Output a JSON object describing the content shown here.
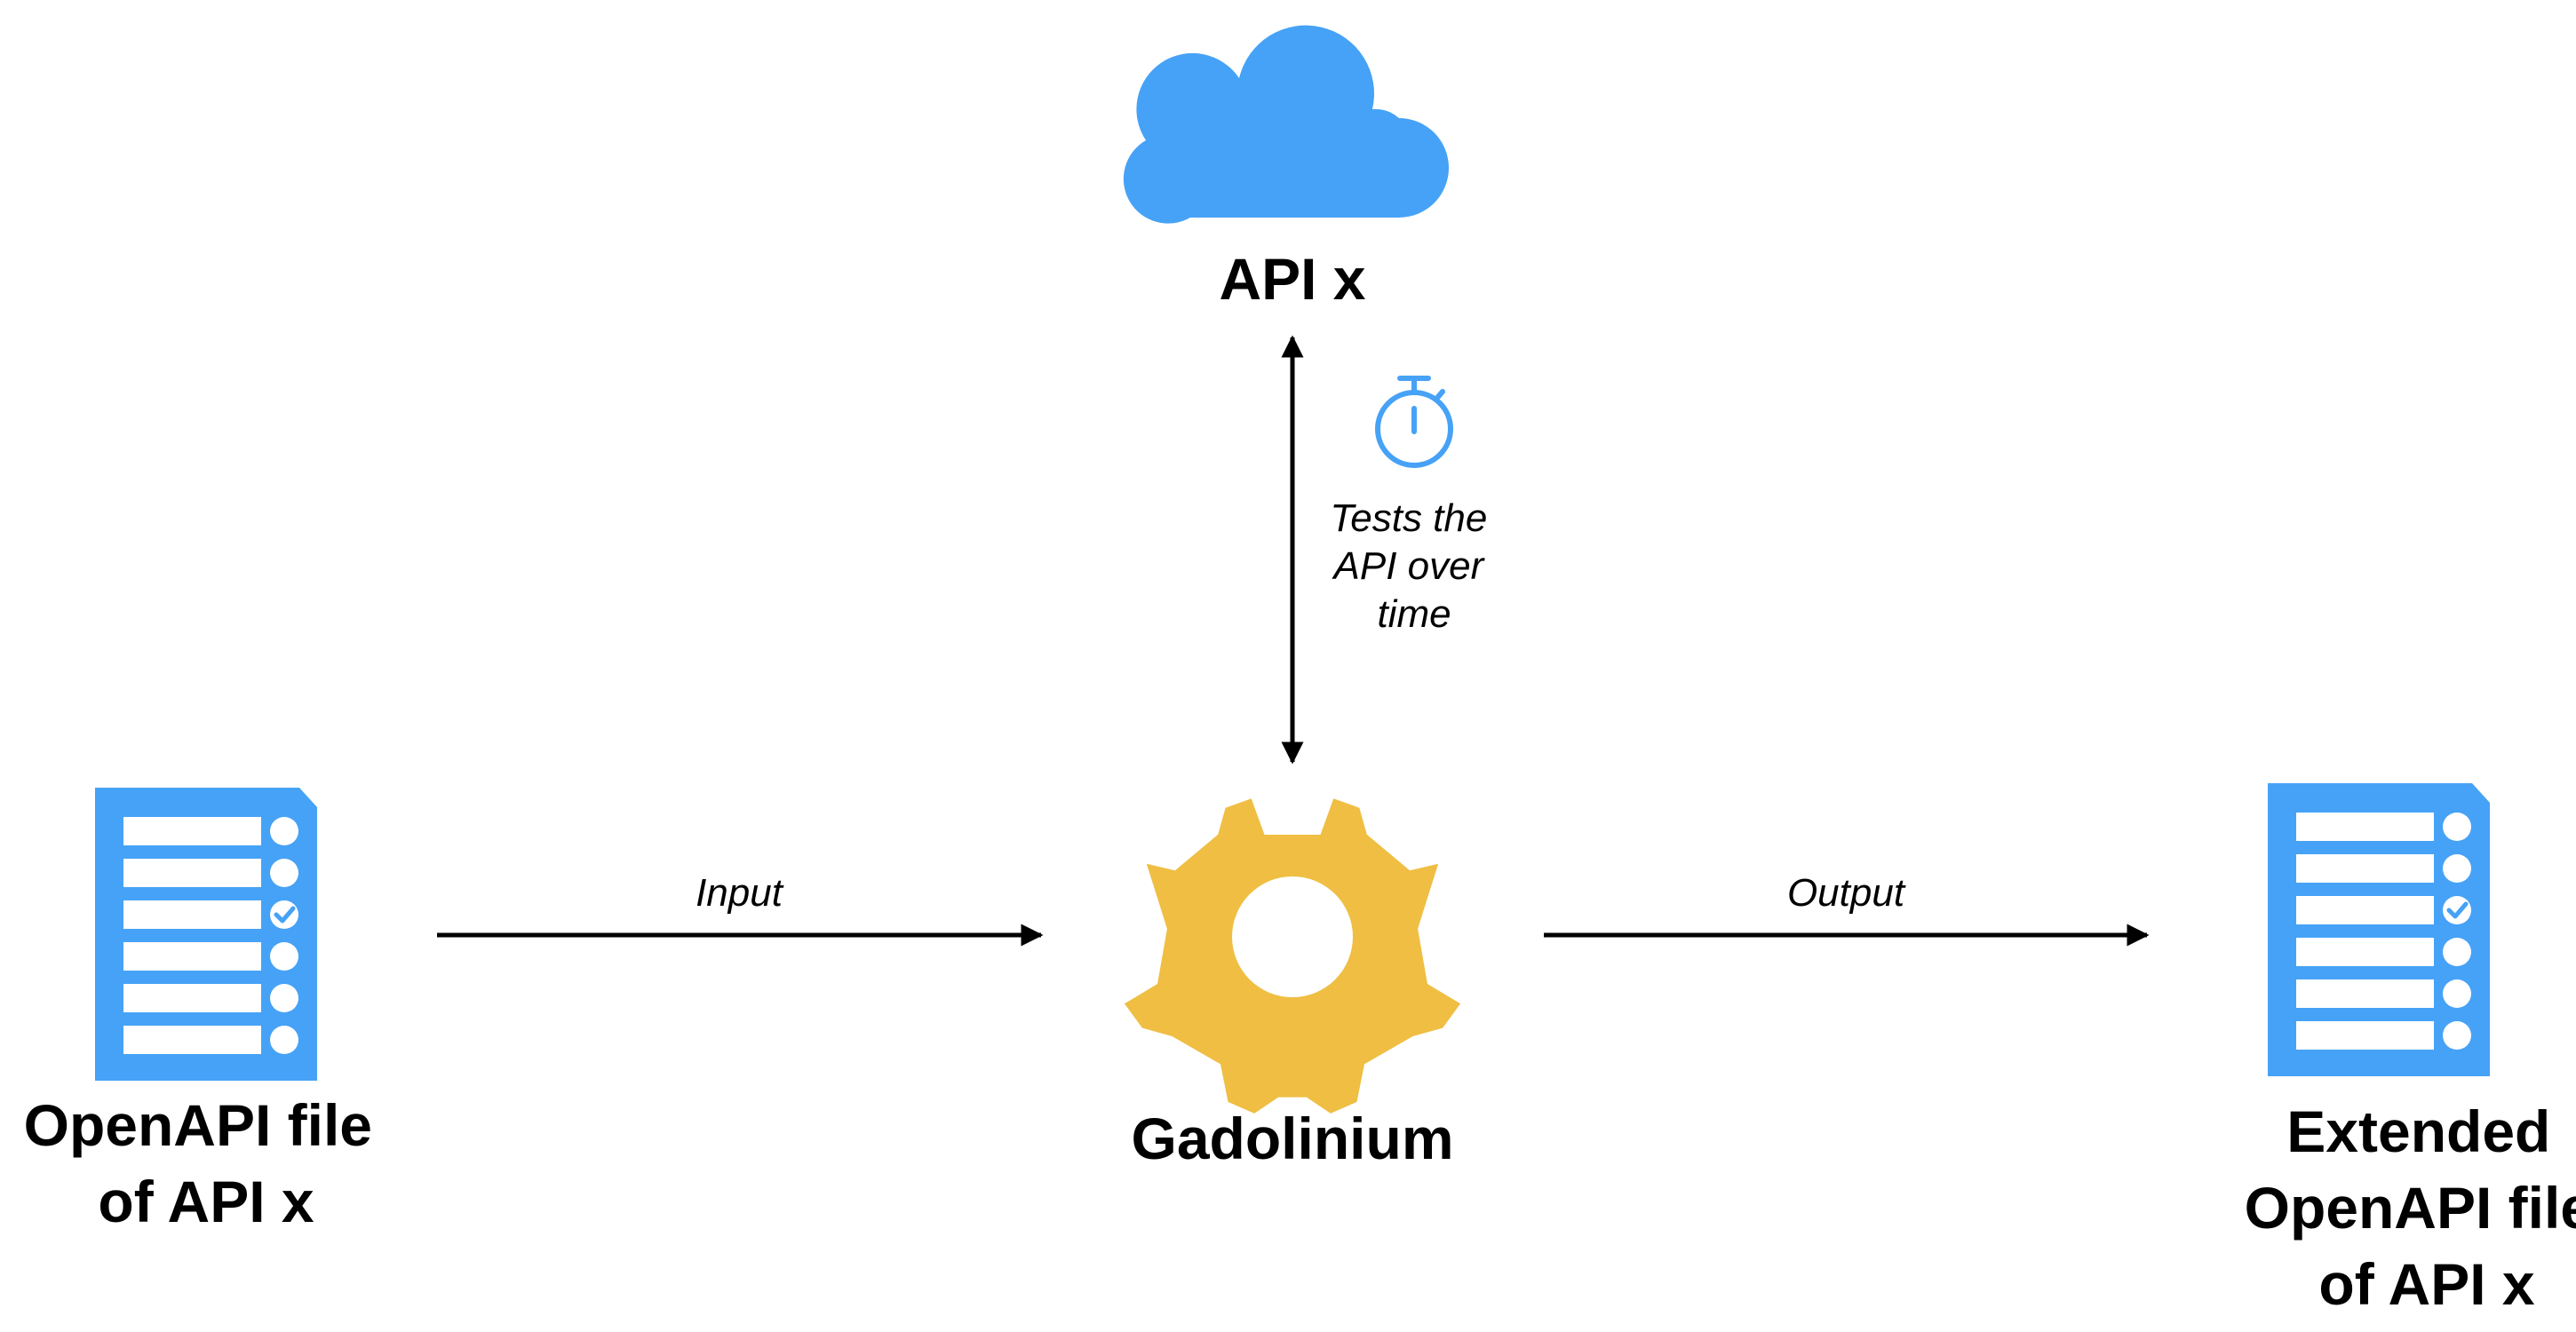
{
  "colors": {
    "cloud": "#46a2f6",
    "document": "#46a2f6",
    "gear": "#efbe43",
    "stopwatch": "#46a2f6",
    "arrow": "#000000"
  },
  "nodes": {
    "api": {
      "icon": "cloud-icon",
      "label_lines": [
        "API x"
      ]
    },
    "input_file": {
      "icon": "document-checklist-icon",
      "label_lines": [
        "OpenAPI file",
        "of API x"
      ]
    },
    "processor": {
      "icon": "gear-icon",
      "label_lines": [
        "Gadolinium"
      ]
    },
    "output_file": {
      "icon": "document-checklist-icon",
      "label_lines": [
        "Extended",
        "OpenAPI file",
        "of API x"
      ]
    }
  },
  "edges": {
    "test": {
      "icon": "stopwatch-icon",
      "label_lines": [
        "Tests the",
        "API over",
        "time"
      ],
      "direction": "bidirectional"
    },
    "input": {
      "label": "Input",
      "direction": "forward"
    },
    "output": {
      "label": "Output",
      "direction": "forward"
    }
  }
}
